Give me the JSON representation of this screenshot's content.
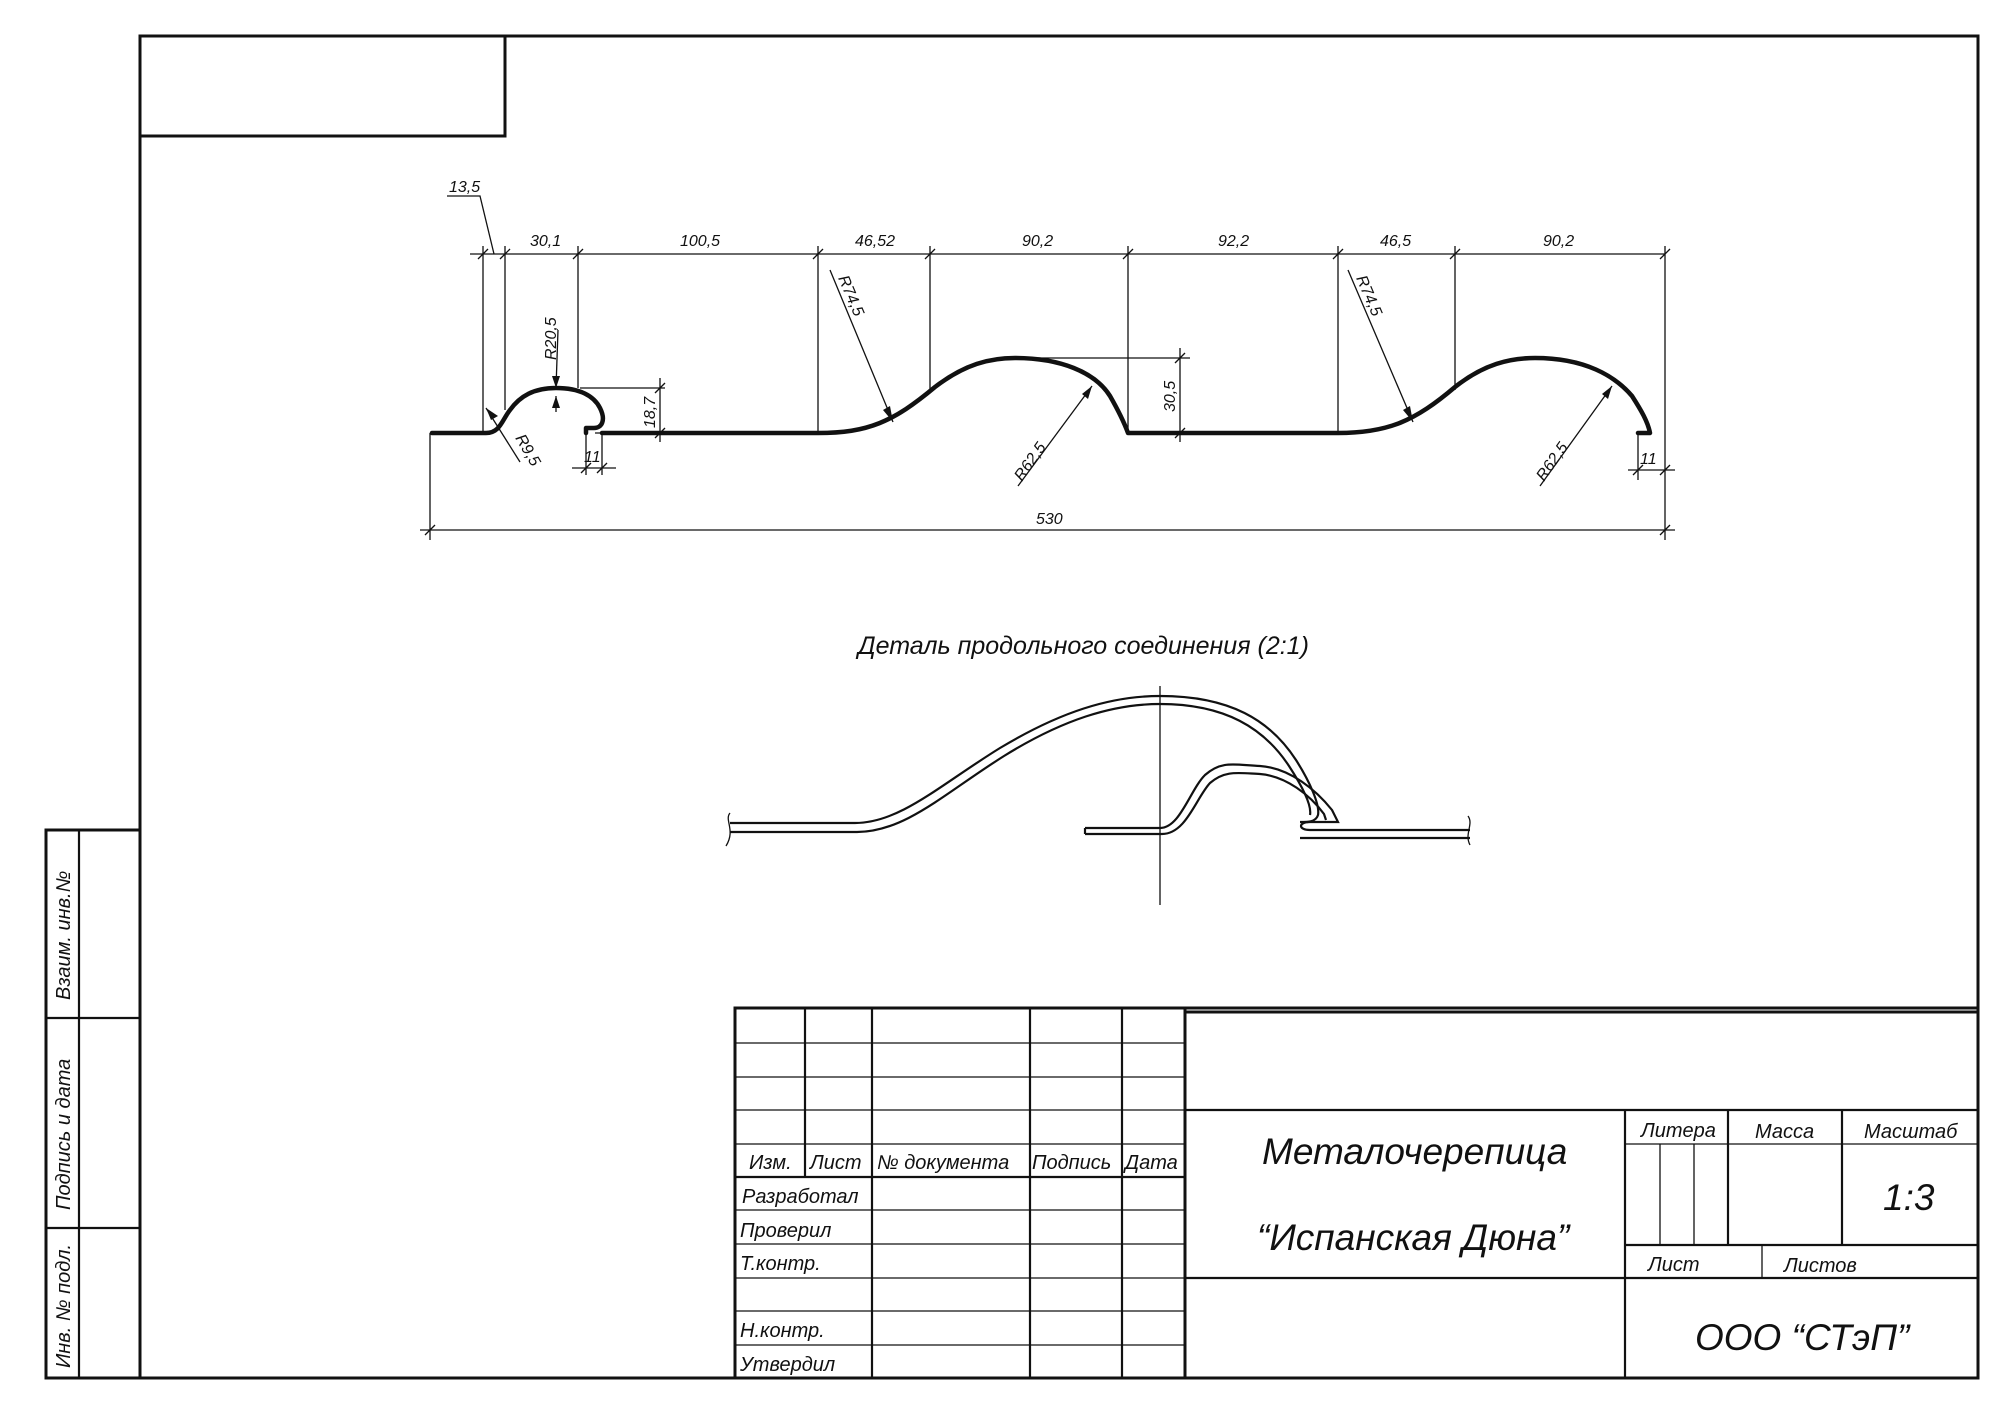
{
  "dimensions": {
    "d13_5": "13,5",
    "d30_1": "30,1",
    "d100_5": "100,5",
    "d46_52": "46,52",
    "d90_2a": "90,2",
    "d92_2": "92,2",
    "d46_5": "46,5",
    "d90_2b": "90,2",
    "r20_5": "R20,5",
    "r9_5": "R9,5",
    "d18_7": "18,7",
    "d11a": "11",
    "r74_5a": "R74,5",
    "r62_5a": "R62,5",
    "d30_5": "30,5",
    "r74_5b": "R74,5",
    "r62_5b": "R62,5",
    "d11b": "11",
    "total": "530"
  },
  "detail": {
    "caption": "Деталь продольного соединения (2:1)"
  },
  "side_stamp": {
    "vzaim": "Взаим. инв.№",
    "podpis": "Подпись и дата",
    "inv": "Инв. № подл."
  },
  "title_block": {
    "izm": "Изм.",
    "list": "Лист",
    "doc": "№ документа",
    "podpis": "Подпись",
    "data": "Дата",
    "razrabotal": "Разработал",
    "proveril": "Проверил",
    "tkontr": "Т.контр.",
    "nkontr": "Н.контр.",
    "utverdil": "Утвердил",
    "title_line1": "Металочерепица",
    "title_line2": "“Испанская Дюна”",
    "litera": "Литера",
    "massa": "Масса",
    "masshtab": "Масштаб",
    "scale": "1:3",
    "sheet": "Лист",
    "sheets": "Листов",
    "company": "ООО “СТэП”"
  }
}
